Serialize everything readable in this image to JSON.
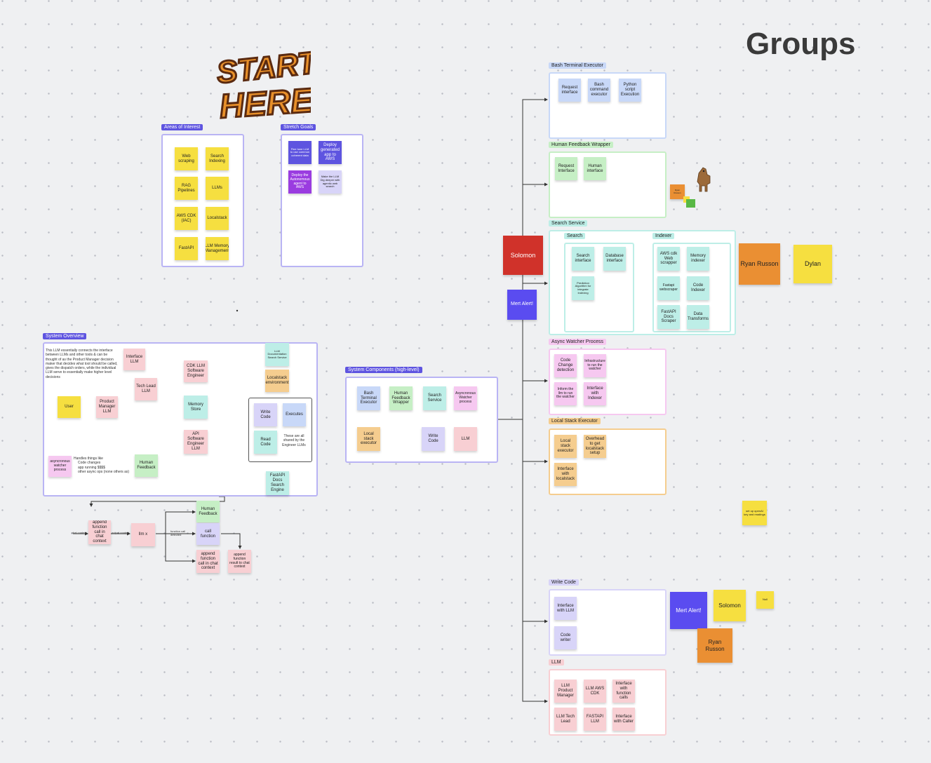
{
  "title": "Groups",
  "start_logo": {
    "line1": "START",
    "line2": "HERE!"
  },
  "colors": {
    "yellow": "#f6df40",
    "light_blue": "#c8d8f8",
    "light_green": "#c6efc5",
    "turquoise": "#bdeee7",
    "pink": "#f8cfd3",
    "lavender": "#d8d4f8",
    "magenta": "#f6c8f0",
    "orange_sticky": "#f5cd8f",
    "violet": "#5e54e0",
    "red": "#d0322a",
    "orange": "#ea8f33",
    "canvas": "#eff0f2"
  },
  "areas_of_interest": {
    "label": "Areas of Interest",
    "items": [
      "Web scraping",
      "Search Indexing",
      "RAG Pipelines",
      "LLMs",
      "AWS CDK (IAC)",
      "Localstack",
      "FastAPI",
      "LLM Memory Management"
    ]
  },
  "stretch_goals": {
    "label": "Stretch Goals",
    "items": [
      "Fine tune LLM to use common coherent data",
      "Deploy generated app to AWS",
      "Deploy the Autonomous agent to AWS",
      "Make the LLM Dig deeper with agentic web search"
    ]
  },
  "system_overview": {
    "label": "System Overview",
    "description": "This LLM essentially connects the interface between LLMs and other tools & can be thought of as the Product Manager decision maker that decides what tool should be called, gives the dispatch orders, while the individual LLM serve to essentially make higher level decisions",
    "nodes": {
      "user": "User",
      "pm": "Product Manager LLM",
      "interface": "Interface LLM",
      "techlead": "Tech Lead LLM",
      "cdk": "CDK LLM Software Engineer",
      "memory": "Memory Store",
      "api": "API Software Engineer LLM",
      "llm_docs": "LLM Documentation Search Service",
      "localstack": "Localstack environment",
      "human": "Human Feedback",
      "async": "asyncronous watcher process",
      "write": "Write Code",
      "executes": "Executes",
      "read": "Read Code",
      "shared": "These are all shared by the Engineer LLMs",
      "fastapi": "FastAPI Docs Search Engine"
    },
    "notes": [
      "Handles things like",
      "Code changes",
      "app running $$$$",
      "other async ops (none others as)"
    ]
  },
  "function_flow": {
    "append_left": "append function call in chat context",
    "llm": "llm x",
    "human": "Human Feedback",
    "call": "call function",
    "append_bottom": "append function call in chat context",
    "append_result": "append function result to chat context",
    "edge_left": "chat context",
    "edge_mid": "output context",
    "edge_right": "function call detected"
  },
  "system_components": {
    "label": "System Components (high-level)",
    "items": [
      "Bash Terminal Executor",
      "Human Feedback Wrapper",
      "Search Service",
      "Asyncronous Watcher process",
      "Local stack executor",
      "Write Code",
      "LLM"
    ]
  },
  "people": {
    "solomon": "Solomon",
    "mert": "Mert Alert!",
    "ryan": "Ryan Russon",
    "dylan": "Dylan"
  },
  "groups": {
    "bash": {
      "label": "Bash Terminal Executor",
      "items": [
        "Request interface",
        "Bash command executor",
        "Python script Execution"
      ]
    },
    "human": {
      "label": "Human Feedback Wrapper",
      "items": [
        "Request Interface",
        "Human interface"
      ]
    },
    "search": {
      "label": "Search Service",
      "search_label": "Search",
      "indexer_label": "Indexer",
      "search_items": [
        "Search interface",
        "Database interface",
        "Prediction Algorithm for integrate Indexing"
      ],
      "indexer_items": [
        "AWS cdk Web scrapper",
        "Memory indexer",
        "Fastapi webscraper",
        "Code Indexer",
        "FastAPI Docs Scraper",
        "Data Transforms"
      ]
    },
    "async": {
      "label": "Async Watcher Process",
      "items": [
        "Code Change detection",
        "Infrastructure to run the watcher",
        "Inform the llm to run the watcher",
        "Interface with Indexer"
      ]
    },
    "localstack": {
      "label": "Local Stack Executor",
      "items": [
        "Local stack executor",
        "Overhead to get localstack setup",
        "Interface with localstack"
      ]
    },
    "write": {
      "label": "Write Code",
      "items": [
        "Interface with LLM",
        "Code writer"
      ]
    },
    "llm": {
      "label": "LLM",
      "items": [
        "LLM Product Manager",
        "LLM AWS CDK",
        "Interface with function calls",
        "LLM Tech Lead",
        "FASTAPI LLM",
        "Interface with Caller"
      ]
    }
  },
  "misc": {
    "ryan_small": "Ryan Russon",
    "setup_note": "set up openAI key and readings",
    "tiny_note": "Null"
  }
}
